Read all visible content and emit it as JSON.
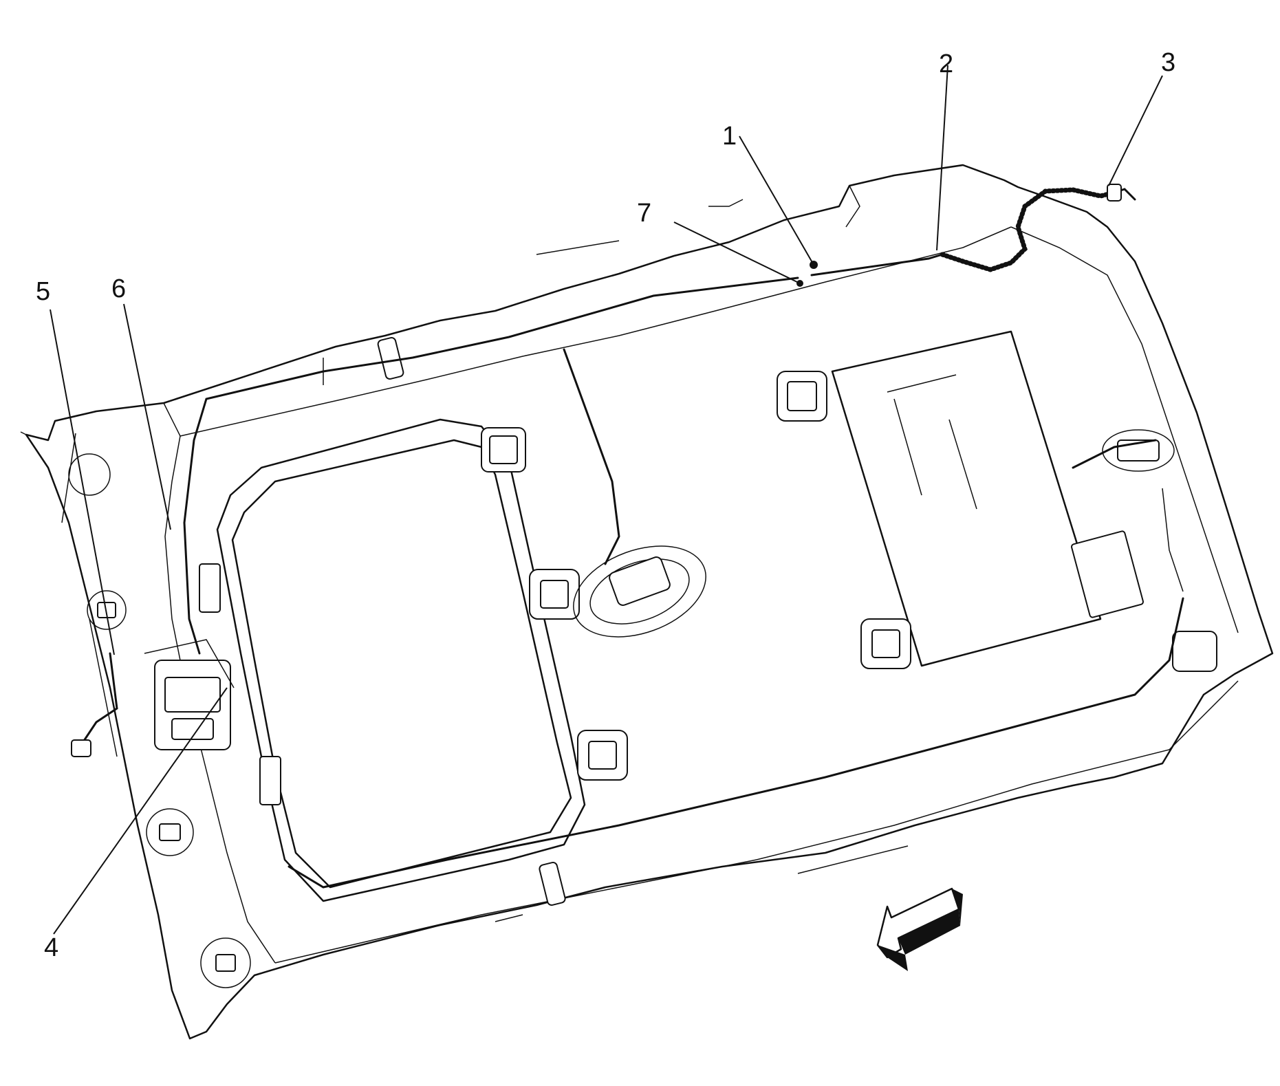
{
  "diagram": {
    "callouts": [
      {
        "id": "1",
        "label": "1"
      },
      {
        "id": "2",
        "label": "2"
      },
      {
        "id": "3",
        "label": "3"
      },
      {
        "id": "4",
        "label": "4"
      },
      {
        "id": "5",
        "label": "5"
      },
      {
        "id": "6",
        "label": "6"
      },
      {
        "id": "7",
        "label": "7"
      }
    ],
    "colors": {
      "line": "#111111",
      "background": "#ffffff"
    },
    "icons": {
      "direction": "front-arrow-icon"
    }
  }
}
